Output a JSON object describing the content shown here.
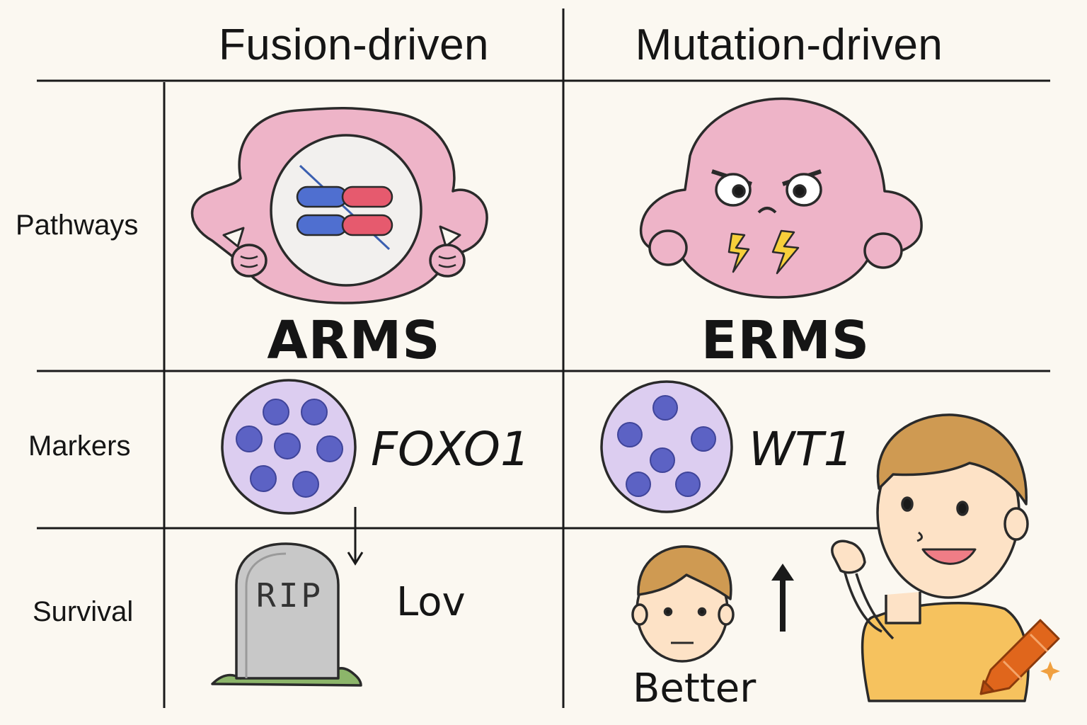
{
  "columns": {
    "fusion": "Fusion-driven",
    "mutation": "Mutation-driven"
  },
  "rows": {
    "pathways": "Pathways",
    "markers": "Markers",
    "survival": "Survival"
  },
  "subtypes": {
    "arms": "ARMS",
    "erms": "ERMS"
  },
  "markers": {
    "arms": "FOXO1",
    "erms": "WT1"
  },
  "survival": {
    "arms": "Lov",
    "erms": "Better",
    "tombstone": "RIP"
  },
  "colors": {
    "cell_pink": "#eeb4c8",
    "nucleus_purple": "#5c62c4",
    "shirt": "#f6c25e",
    "crayon": "#e0661c"
  }
}
